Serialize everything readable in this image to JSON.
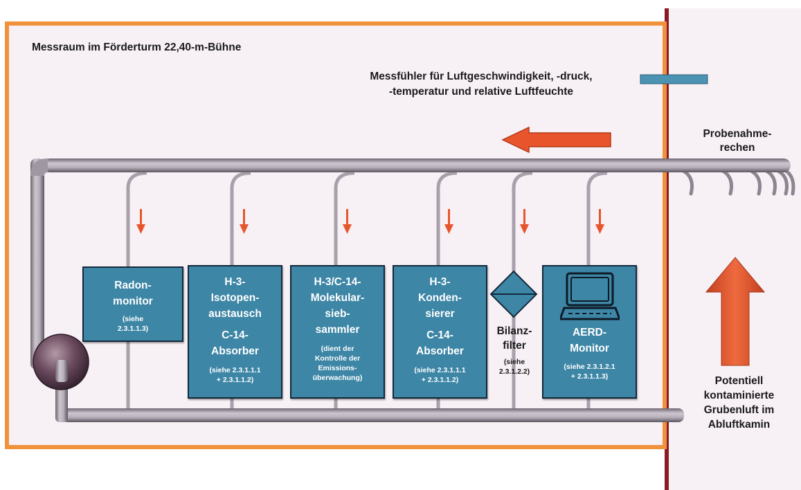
{
  "title": "Messraum im Förderturm 22,40-m-Bühne",
  "sensor": {
    "line1": "Messfühler für Luftgeschwindigkeit, -druck,",
    "line2": "-temperatur und relative Luftfeuchte"
  },
  "probe_rake": {
    "line1": "Probenahme-",
    "line2": "rechen"
  },
  "exhaust": {
    "line1": "Potentiell",
    "line2": "kontaminierte",
    "line3": "Grubenluft im",
    "line4": "Abluftkamin"
  },
  "radon": {
    "l1": "Radon-",
    "l2": "monitor",
    "ref1": "(siehe",
    "ref2": "2.3.1.1.3)"
  },
  "h3_isotope": {
    "l1": "H-3-",
    "l2": "Isotopen-",
    "l3": "austausch",
    "l4": "C-14-",
    "l5": "Absorber",
    "ref1": "(siehe 2.3.1.1.1",
    "ref2": "+ 2.3.1.1.2)"
  },
  "molsieb": {
    "l1": "H-3/C-14-",
    "l2": "Molekular-",
    "l3": "sieb-",
    "l4": "sammler",
    "note1": "(dient der",
    "note2": "Kontrolle der",
    "note3": "Emissions-",
    "note4": "überwachung)"
  },
  "h3_condenser": {
    "l1": "H-3-",
    "l2": "Konden-",
    "l3": "sierer",
    "l4": "C-14-",
    "l5": "Absorber",
    "ref1": "(siehe 2.3.1.1.1",
    "ref2": "+ 2.3.1.1.2)"
  },
  "filter": {
    "l1": "Bilanz-",
    "l2": "filter",
    "ref1": "(siehe",
    "ref2": "2.3.1.2.2)"
  },
  "aerd": {
    "l1": "AERD-",
    "l2": "Monitor",
    "ref1": "(siehe 2.3.1.2.1",
    "ref2": "+ 2.3.1.1.3)"
  },
  "colors": {
    "room_border": "#f0923c",
    "room_fill": "#f7f0f5",
    "pipe": "#a9a0ab",
    "pipe_edge": "#5c5560",
    "box_fill": "#3d86a6",
    "box_border": "#13283a",
    "arrow": "#e8542c",
    "shaft_wall": "#8b1a26",
    "sensor_bar": "#4b92b3"
  },
  "icons": [
    "flow-arrow-left",
    "flow-arrow-up",
    "flow-arrow-down",
    "computer-monitor-icon",
    "filter-diamond-icon",
    "pump-icon"
  ]
}
